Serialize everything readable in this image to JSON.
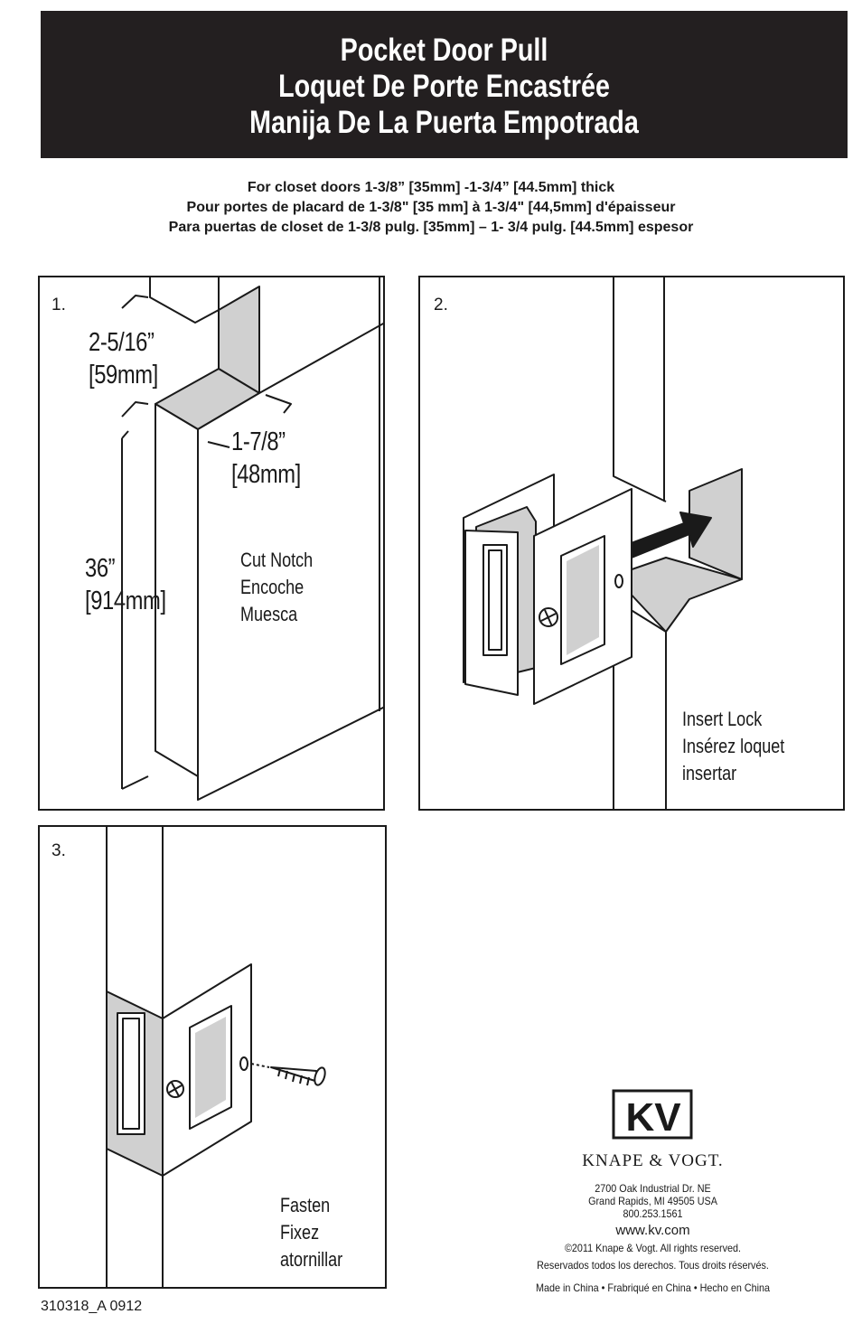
{
  "header": {
    "title_en": "Pocket Door Pull",
    "title_fr": "Loquet De Porte Encastrée",
    "title_es": "Manija De La Puerta Empotrada"
  },
  "subtitle": {
    "en": "For closet doors 1-3/8” [35mm] -1-3/4” [44.5mm] thick",
    "fr": "Pour portes de placard de 1-3/8\" [35 mm] à 1-3/4\" [44,5mm] d'épaisseur",
    "es": "Para puertas de closet de 1-3/8 pulg. [35mm] – 1- 3/4 pulg. [44.5mm] espesor"
  },
  "step1": {
    "number": "1.",
    "dim_width_in": "2-5/16”",
    "dim_width_mm": "[59mm]",
    "dim_depth_in": "1-7/8”",
    "dim_depth_mm": "[48mm]",
    "dim_height_in": "36”",
    "dim_height_mm": "[914mm]",
    "caption_en": "Cut Notch",
    "caption_fr": "Encoche",
    "caption_es": "Muesca"
  },
  "step2": {
    "number": "2.",
    "caption_en": "Insert Lock",
    "caption_fr": "Insérez loquet",
    "caption_es": "insertar"
  },
  "step3": {
    "number": "3.",
    "caption_en": "Fasten",
    "caption_fr": "Fixez",
    "caption_es": "atornillar"
  },
  "brand": {
    "logo_text": "KV",
    "name": "KNAPE & VOGT.",
    "address1": "2700 Oak Industrial Dr. NE",
    "address2": "Grand Rapids, MI 49505 USA",
    "phone": "800.253.1561",
    "website": "www.kv.com",
    "copyright": "©2011 Knape & Vogt. All rights reserved.",
    "rights": "Reservados todos los derechos. Tous droits réservés.",
    "made_in": "Made in China • Frabriqué en China • Hecho en China"
  },
  "doc_number": "310318_A  0912"
}
